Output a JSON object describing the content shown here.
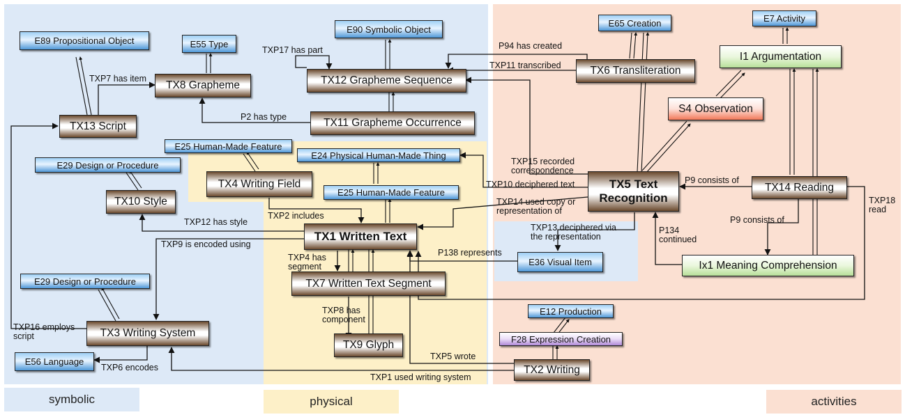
{
  "legend": {
    "symbolic": "symbolic",
    "physical": "physical",
    "activities": "activities"
  },
  "colors": {
    "symbolic_region": "#dde9f7",
    "physical_region": "#fdf0c8",
    "activities_region": "#fbe0d2",
    "edge": "#222222"
  },
  "nodes": {
    "e89": "E89 Propositional Object",
    "e55": "E55 Type",
    "e90": "E90 Symbolic Object",
    "e65": "E65 Creation",
    "e7": "E7 Activity",
    "txp8": "TX8 Grapheme",
    "tx12": "TX12 Grapheme Sequence",
    "tx6": "TX6 Transliteration",
    "i1": "I1 Argumentation",
    "s4": "S4 Observation",
    "tx13": "TX13 Script",
    "tx11": "TX11 Grapheme Occurrence",
    "e25a": "E25 Human-Made Feature",
    "e24": "E24 Physical Human-Made Thing",
    "e29a": "E29 Design or Procedure",
    "tx4": "TX4 Writing Field",
    "e25b": "E25 Human-Made Feature",
    "tx10": "TX10 Style",
    "tx5": "TX5 Text\nRecognition",
    "tx14": "TX14 Reading",
    "tx1": "TX1 Written Text",
    "e36": "E36 Visual Item",
    "ix1": "Ix1 Meaning Comprehension",
    "e29b": "E29 Design or Procedure",
    "tx7": "TX7 Written Text Segment",
    "e12": "E12 Production",
    "tx3": "TX3 Writing System",
    "f28": "F28 Expression Creation",
    "tx9": "TX9 Glyph",
    "e56": "E56 Language",
    "tx2": "TX2 Writing"
  },
  "labels": {
    "txp17": "TXP17 has part",
    "txp7": "TXP7 has item",
    "p94": "P94 has created",
    "txp11": "TXP11 transcribed",
    "p2": "P2 has type",
    "txp15": "TXP15 recorded\ncorrespondence",
    "txp10": "TXP10 deciphered text",
    "p9a": "P9 consists of",
    "txp18": "TXP18\nread",
    "txp14": "TXP14 used copy or\nrepresentation of",
    "txp2": "TXP2 includes",
    "txp12": "TXP12 has style",
    "txp13": "TXP13 deciphered via\nthe representation",
    "p9b": "P9 consists of",
    "txp9": "TXP9 is encoded using",
    "p134": "P134\ncontinued",
    "p138": "P138 represents",
    "txp4": "TXP4 has\nsegment",
    "txp8": "TXP8 has\ncomponent",
    "txp16": "TXP16 employs\nscript",
    "txp6": "TXP6 encodes",
    "txp5": "TXP5 wrote",
    "txp1": "TXP1 used writing system"
  }
}
